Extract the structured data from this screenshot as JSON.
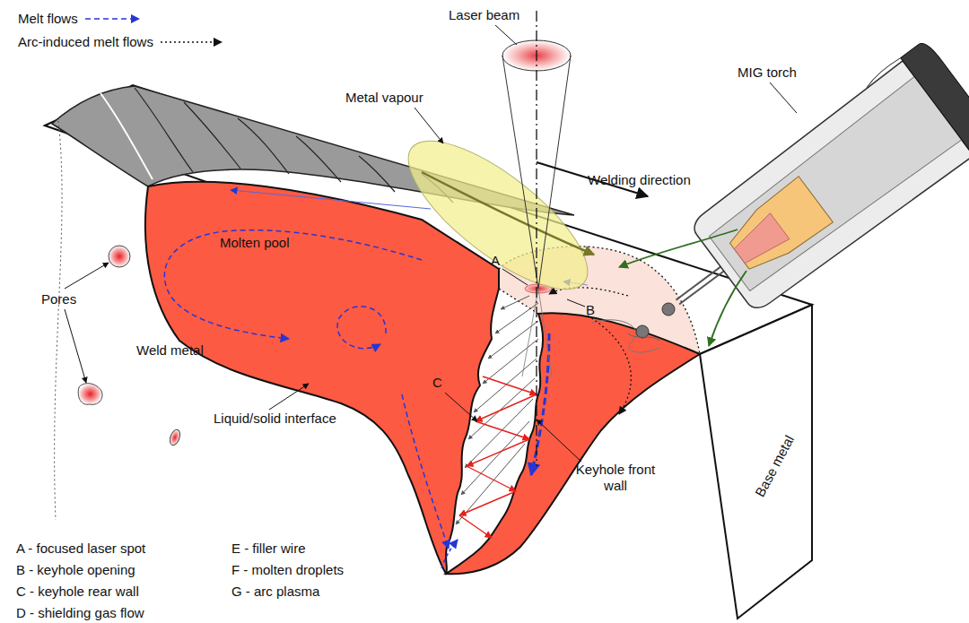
{
  "diagram": {
    "labels": [
      "Laser beam",
      "Metal vapour",
      "Welding direction",
      "MIG torch",
      "A",
      "B",
      "C",
      "Molten pool",
      "Pores",
      "Weld metal",
      "Liquid/solid interface",
      "Keyhole front wall",
      "Base metal",
      "A - focused laser spot",
      "B - keyhole opening",
      "C - keyhole rear wall",
      "D - shielding gas flow",
      "E - filler wire",
      "F - molten droplets",
      "G - arc plasma"
    ],
    "legend": [
      {
        "text": "Melt flows"
      },
      {
        "text": "Arc-induced melt flows"
      }
    ]
  }
}
